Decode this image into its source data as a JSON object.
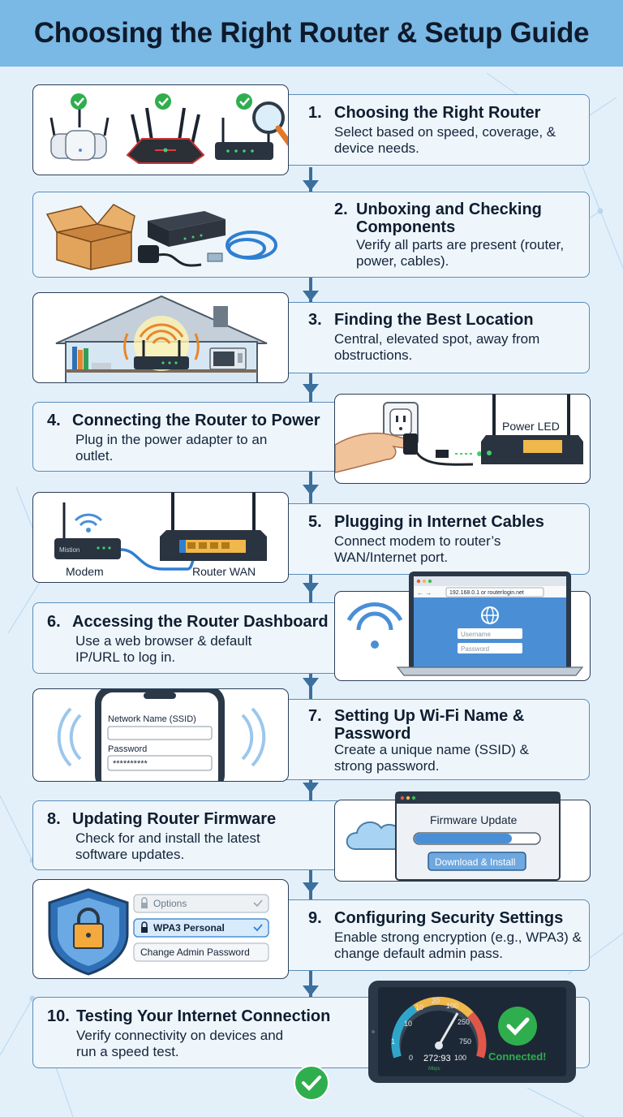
{
  "title": "Choosing the Right Router & Setup Guide",
  "steps": [
    {
      "num": "1.",
      "title": "Choosing the Right Router",
      "desc": "Select based on speed, coverage, & device needs."
    },
    {
      "num": "2.",
      "title": "Unboxing and Checking Components",
      "desc": "Verify all parts are present (router, power, cables)."
    },
    {
      "num": "3.",
      "title": "Finding the Best Location",
      "desc": "Central, elevated spot, away from obstructions."
    },
    {
      "num": "4.",
      "title": "Connecting the Router to Power",
      "desc": "Plug in the power adapter to an outlet."
    },
    {
      "num": "5.",
      "title": "Plugging in Internet Cables",
      "desc": "Connect modem to router’s WAN/Internet port."
    },
    {
      "num": "6.",
      "title": "Accessing the Router Dashboard",
      "desc": "Use a web browser & default IP/URL to log in."
    },
    {
      "num": "7.",
      "title": "Setting Up Wi-Fi Name & Password",
      "desc": "Create a unique name (SSID) & strong password."
    },
    {
      "num": "8.",
      "title": "Updating Router Firmware",
      "desc": "Check for and install the latest software updates."
    },
    {
      "num": "9.",
      "title": "Configuring Security Settings",
      "desc": "Enable strong encryption (e.g., WPA3) & change default admin pass."
    },
    {
      "num": "10.",
      "title": "Testing Your Internet Connection",
      "desc": "Verify connectivity on devices and run a speed test."
    }
  ],
  "illustrations": {
    "power_led": "Power LED",
    "modem_label": "Modem",
    "modem_brand": "Mistion",
    "router_wan_label": "Router WAN",
    "browser_url": "192.168.0.1 or routerlogin.net",
    "username_placeholder": "Username",
    "password_placeholder": "Password",
    "ssid_label": "Network Name (SSID)",
    "phone_password_label": "Password",
    "phone_password_value": "**********",
    "firmware_title": "Firmware Update",
    "firmware_button": "Download & Install",
    "firmware_progress": 0.78,
    "security_options": [
      "Options",
      "WPA3 Personal",
      "Change Admin Password"
    ],
    "speed_ticks": [
      "1",
      "10",
      "10",
      "20",
      "100",
      "250",
      "750",
      "0",
      "100"
    ],
    "speed_value": "272:93",
    "speed_unit": "Mbps",
    "connected_label": "Connected!"
  },
  "icons": [
    "checkmark-icon",
    "magnifier-icon",
    "wifi-icon",
    "globe-icon",
    "cloud-icon",
    "shield-lock-icon",
    "lock-icon",
    "power-outlet-icon"
  ],
  "colors": {
    "header": "#7ab8e5",
    "accent_green": "#2fae4e",
    "spine": "#3b6f9e",
    "text_box_border": "#5a8db8",
    "screen_blue": "#4a8fd6"
  }
}
